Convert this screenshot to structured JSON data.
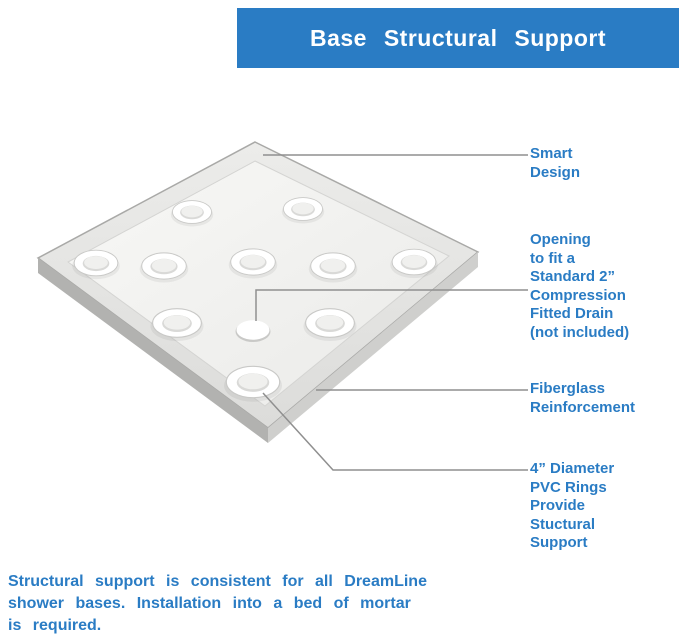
{
  "header": {
    "title": "Base Structural Support"
  },
  "colors": {
    "brand_blue": "#2a7cc4",
    "header_text": "#ffffff",
    "leader_line_gray": "#8f8f8f",
    "tray_light_gray": "#f3f3f1"
  },
  "illustration": {
    "name": "shower-base-with-pvc-rings-and-center-drain-opening"
  },
  "callouts": [
    {
      "name": "smart-design",
      "lines": [
        "Smart",
        "Design"
      ]
    },
    {
      "name": "drain-opening",
      "lines": [
        "Opening",
        "to fit a",
        "Standard 2”",
        "Compression",
        "Fitted Drain",
        "(not included)"
      ]
    },
    {
      "name": "fiberglass",
      "lines": [
        "Fiberglass",
        "Reinforcement"
      ]
    },
    {
      "name": "pvc-rings",
      "lines": [
        "4” Diameter",
        "PVC Rings",
        "Provide",
        "Stuctural",
        "Support"
      ]
    }
  ],
  "footer": {
    "lines": [
      "Structural support is consistent for all DreamLine",
      "shower bases. Installation into a bed of mortar",
      "is required."
    ]
  }
}
